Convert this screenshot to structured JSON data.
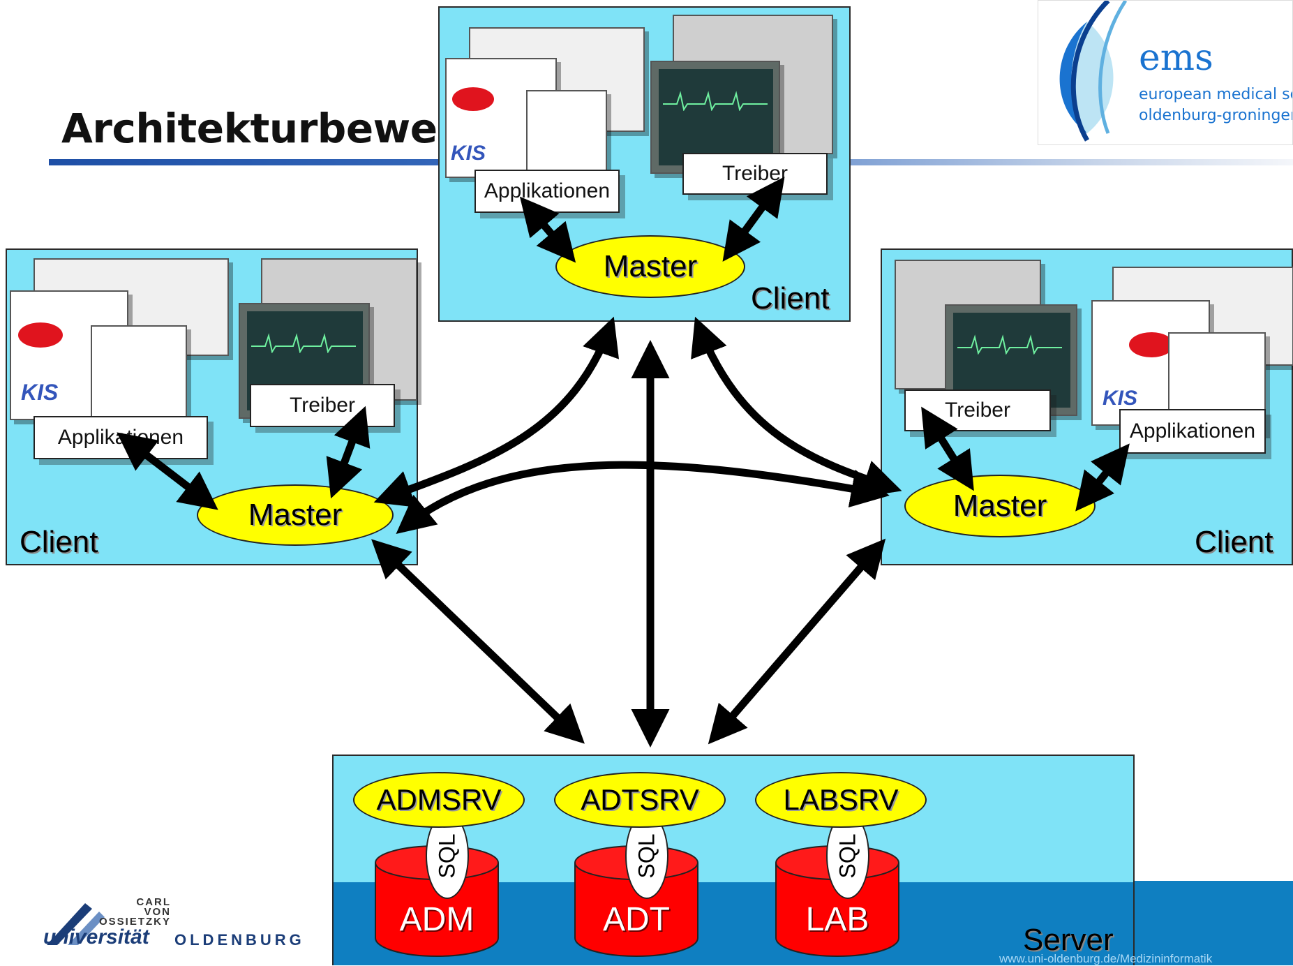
{
  "header": {
    "title": "Architekturbewe"
  },
  "logo": {
    "name": "ems",
    "line1": "european medical scho",
    "line2": "oldenburg-groningen"
  },
  "clients": {
    "top": {
      "app_label": "Applikationen",
      "driver_label": "Treiber",
      "master_label": "Master",
      "client_label": "Client"
    },
    "left": {
      "app_label": "Applikationen",
      "driver_label": "Treiber",
      "master_label": "Master",
      "client_label": "Client"
    },
    "right": {
      "app_label": "Applikationen",
      "driver_label": "Treiber",
      "master_label": "Master",
      "client_label": "Client"
    }
  },
  "server": {
    "label": "Server",
    "services": [
      "ADMSRV",
      "ADTSRV",
      "LABSRV"
    ],
    "databases": [
      "ADM",
      "ADT",
      "LAB"
    ],
    "link_label": "SQL"
  },
  "footer": {
    "university_line1": "CARL",
    "university_line2": "VON",
    "university_line3": "OSSIETZKY",
    "university_word": "universität",
    "university_city": "OLDENBURG",
    "url": "www.uni-oldenburg.de/Medizininformatik"
  },
  "colors": {
    "panel": "#7fe3f7",
    "oval": "#ffff00",
    "database": "#ff0000",
    "footer": "#0f7fc1",
    "rule": "#1e4fa6"
  }
}
